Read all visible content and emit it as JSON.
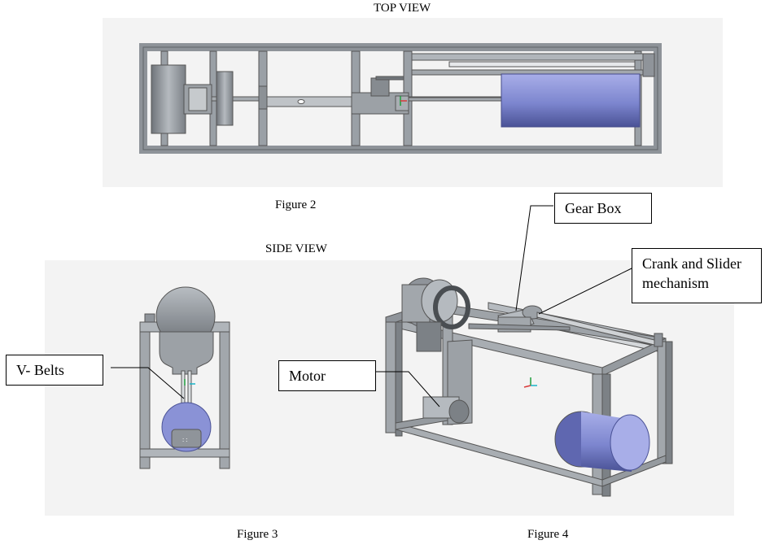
{
  "top_view": {
    "title": "TOP VIEW",
    "caption": "Figure 2"
  },
  "side_view": {
    "title": "SIDE VIEW",
    "caption": "Figure 3"
  },
  "iso_view": {
    "caption": "Figure 4"
  },
  "callouts": {
    "v_belts": "V-  Belts",
    "gear_box": "Gear Box",
    "crank_slider_line1": "Crank and Slider",
    "crank_slider_line2": "mechanism",
    "motor": "Motor"
  },
  "colors": {
    "frame": "#9aa0a6",
    "frame_dark": "#5f6368",
    "motor_blue": "#8a92d6",
    "panel_bg": "#f3f3f3"
  }
}
